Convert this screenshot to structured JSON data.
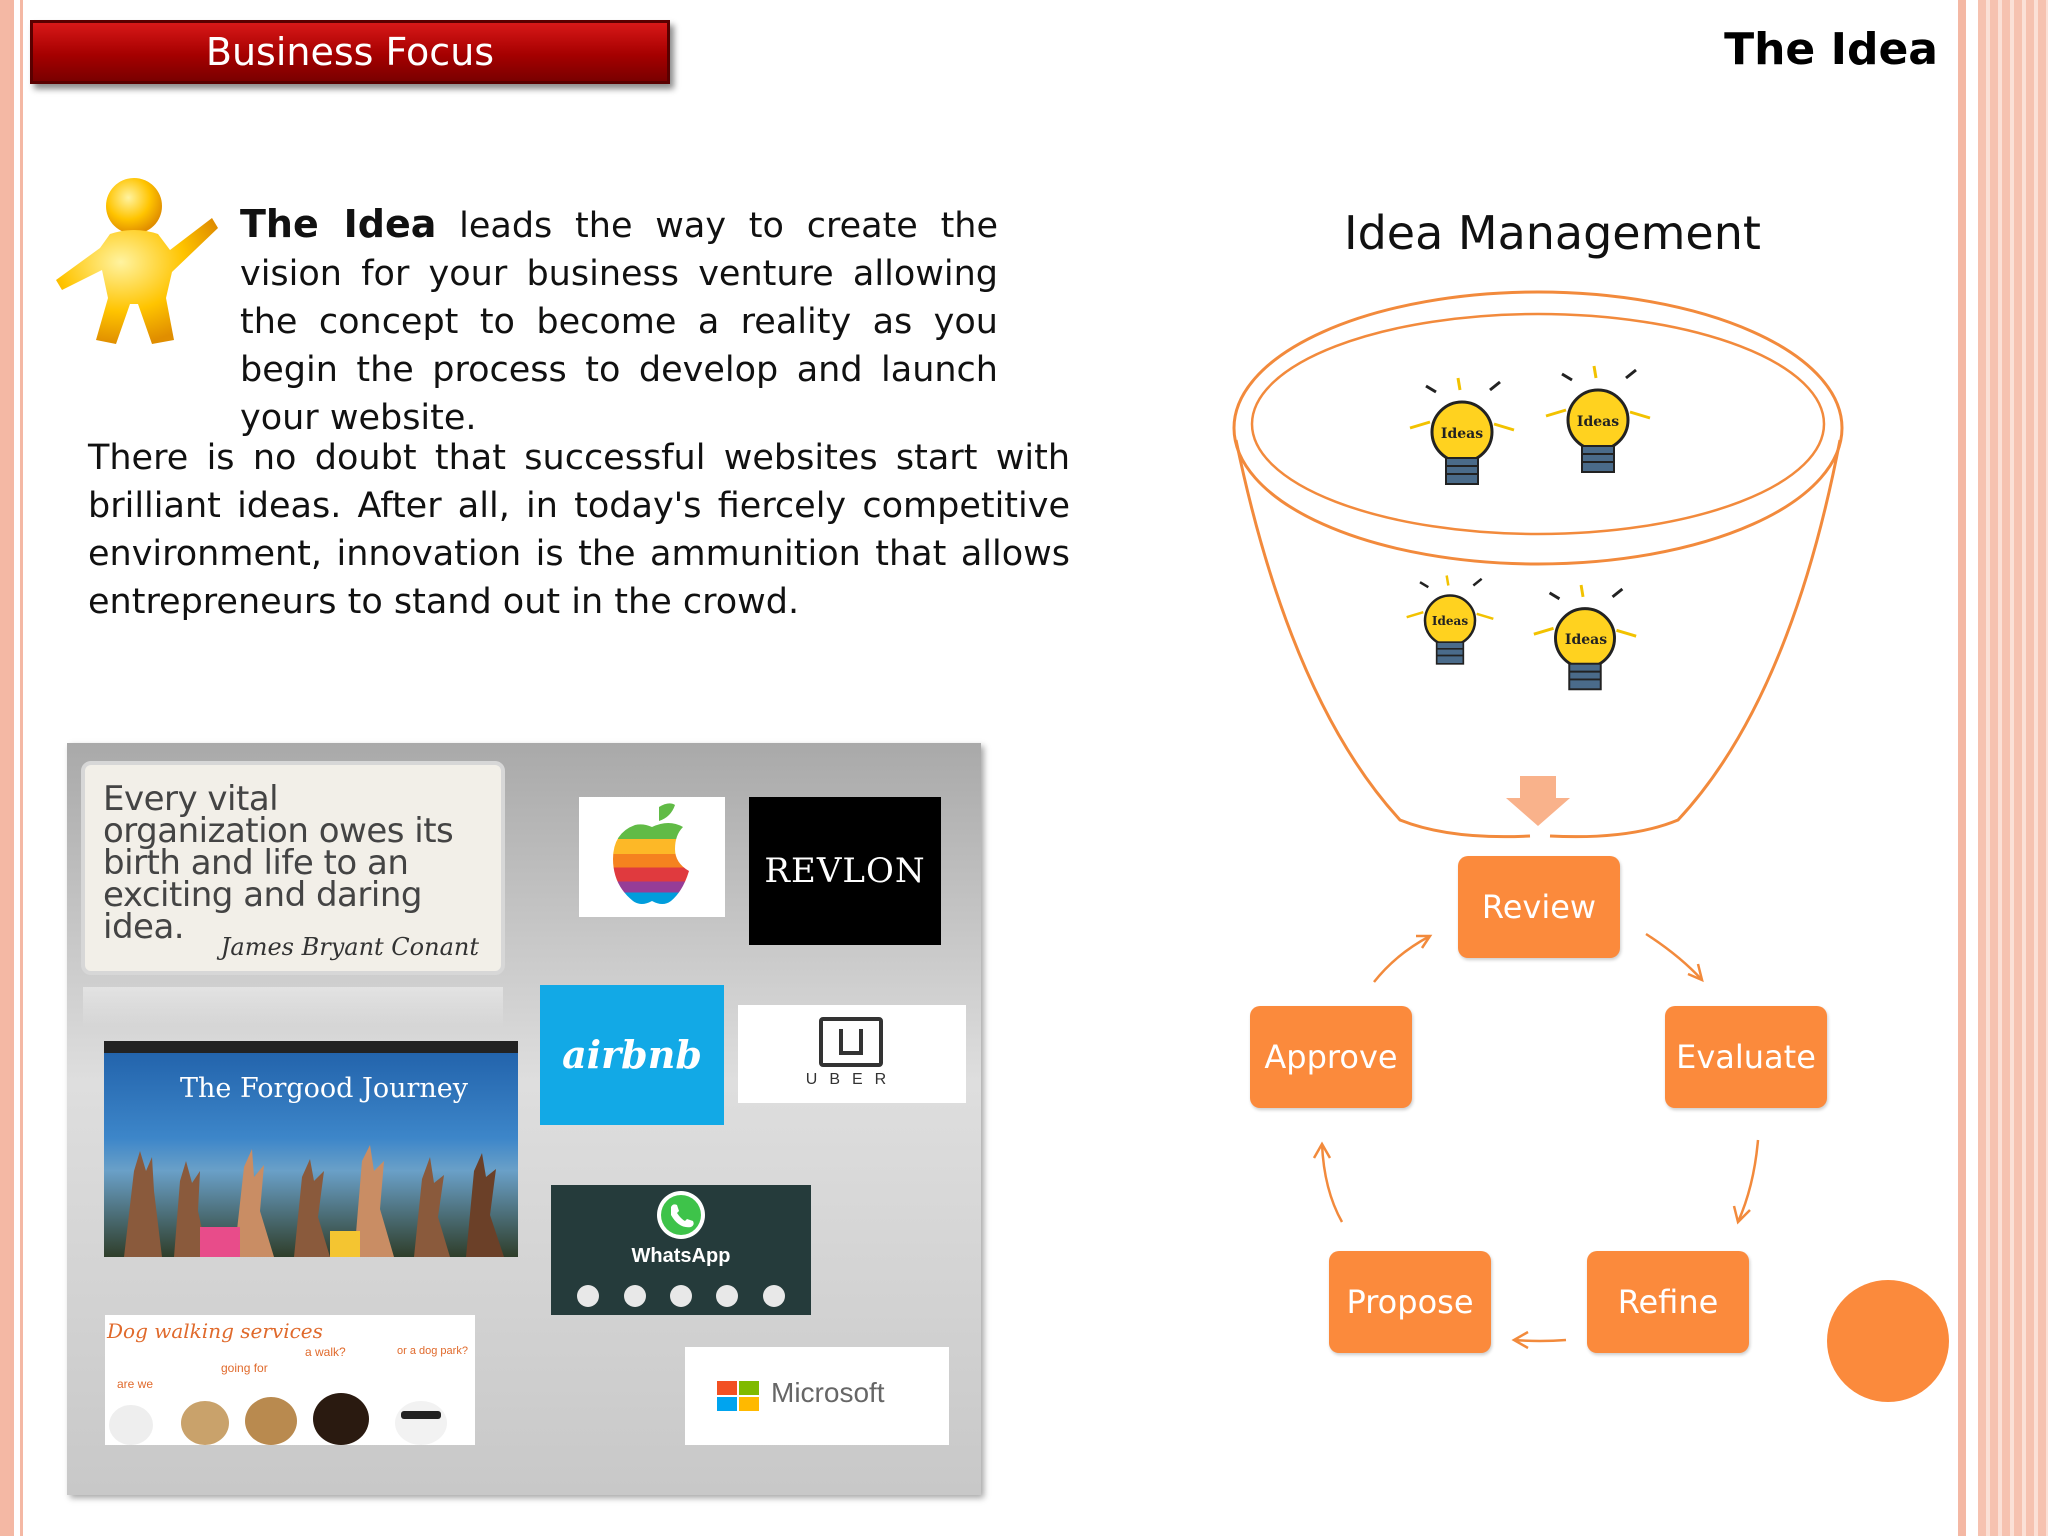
{
  "header": {
    "section_label": "Business Focus",
    "page_title": "The Idea"
  },
  "intro": {
    "lead_bold": "The Idea",
    "lead_rest": " leads the way to create the vision for your business venture allowing the concept to become a reality as you begin the process to develop and launch your website.",
    "paragraph": "There is no doubt that successful websites start with brilliant ideas. After all, in today's fiercely competitive environment, innovation is the ammunition that allows entrepreneurs to stand out in the crowd."
  },
  "collage": {
    "quote": "Every vital organization owes its birth and life to an exciting and daring idea.",
    "quote_author": "James Bryant Conant",
    "forgood_title": "The Forgood Journey",
    "dog_title": "Dog walking services",
    "dog_caption_1": "are we",
    "dog_caption_2": "going for",
    "dog_caption_3": "a walk?",
    "dog_caption_4": "or a dog park?",
    "logos": {
      "revlon": "REVLON",
      "airbnb": "airbnb",
      "uber": "UBER",
      "whatsapp": "WhatsApp",
      "microsoft": "Microsoft"
    }
  },
  "diagram": {
    "title": "Idea Management",
    "bulb_label": "Ideas",
    "steps": {
      "review": "Review",
      "evaluate": "Evaluate",
      "refine": "Refine",
      "propose": "Propose",
      "approve": "Approve"
    }
  },
  "colors": {
    "accent_orange": "#fb8a3c",
    "header_red": "#b00000",
    "stripe_pink": "#f4b8a4"
  },
  "icons": {
    "figure": "yellow-person-icon",
    "bulb": "lightbulb-icon"
  }
}
